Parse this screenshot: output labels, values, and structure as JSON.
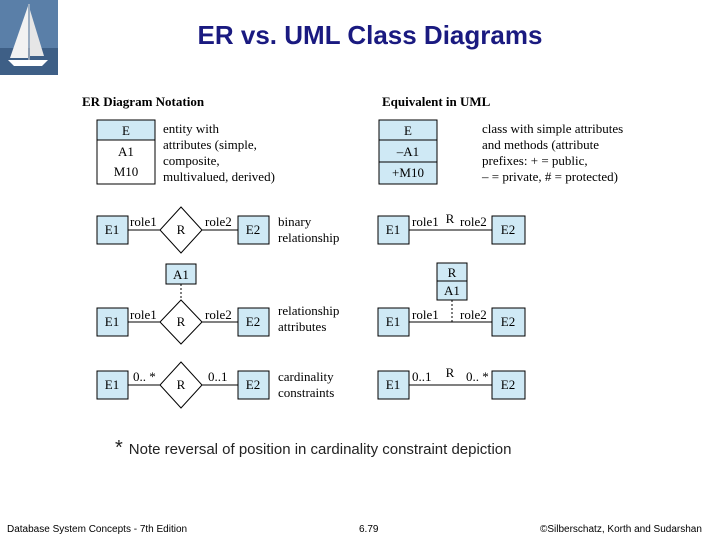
{
  "slide": {
    "title": "ER vs. UML Class Diagrams",
    "note_mark": "*",
    "note": "Note reversal of position in cardinality constraint depiction",
    "footer_left": "Database System Concepts - 7th Edition",
    "footer_center": "6.79",
    "footer_right": "©Silberschatz, Korth and Sudarshan"
  },
  "er": {
    "heading": "ER Diagram Notation",
    "entity_name": "E",
    "entity_attr1": "A1",
    "entity_attr2": "M10",
    "entity_desc": [
      "entity with",
      "attributes (simple,",
      "composite,",
      "multivalued, derived)"
    ],
    "e1": "E1",
    "e2": "E2",
    "r": "R",
    "role1": "role1",
    "role2": "role2",
    "a1": "A1",
    "card_left": "0.. *",
    "card_right": "0..1",
    "desc_binary": [
      "binary",
      "relationship"
    ],
    "desc_attrs": [
      "relationship",
      "attributes"
    ],
    "desc_card": [
      "cardinality",
      "constraints"
    ]
  },
  "uml": {
    "heading": "Equivalent in UML",
    "class_name": "E",
    "class_attr": "–A1",
    "class_method": "+M10",
    "class_desc": [
      "class with simple attributes",
      "and methods (attribute",
      "prefixes: + = public,",
      "– = private, # = protected)"
    ],
    "e1": "E1",
    "e2": "E2",
    "r": "R",
    "role1": "role1",
    "role2": "role2",
    "a1": "A1",
    "card_left": "0..1",
    "card_right": "0.. *"
  },
  "colors": {
    "title": "#1a1a80",
    "box_fill": "#cfe9f5",
    "line": "#000000"
  }
}
